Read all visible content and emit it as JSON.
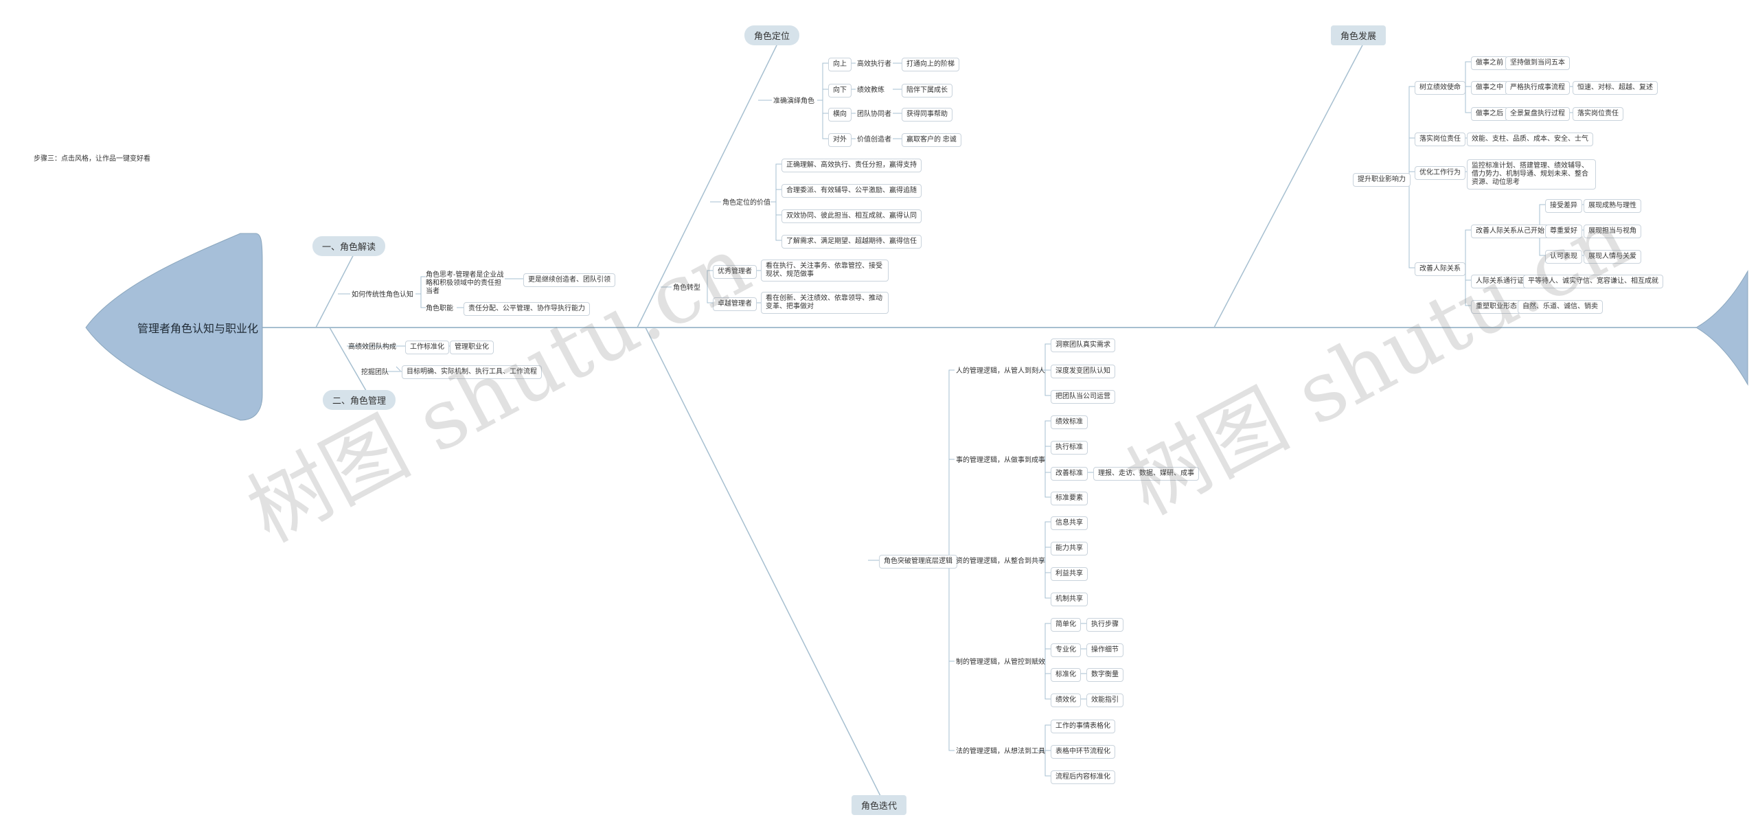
{
  "top_note": "步骤三：点击风格，让作品一键变好看",
  "root": "管理者角色认知与职业化",
  "watermark": "树图 shutu.cn",
  "sections": {
    "s1": "一、角色解读",
    "s2": "二、角色管理",
    "s3": "角色定位",
    "s4": "角色迭代",
    "s5": "角色发展"
  },
  "left": {
    "b1": "如何传统性角色认知",
    "b1a": "角色思考-管理者是企业战略和积极领域中的责任担当者",
    "b1a1": "更是继续创造者、团队引领",
    "b1b": "角色职能",
    "b1b1": "责任分配、公平管理、协作导执行能力",
    "b2": "高绩效团队构成",
    "b2a": "工作标准化",
    "b2a1": "管理职业化",
    "b3": "挖掘团队",
    "b3a": "目标明确、实际机制、执行工具、工作流程"
  },
  "pos": {
    "a": "准确演绎角色",
    "a1": "向上",
    "a1a": "高效执行者",
    "a1b": "打通向上的阶梯",
    "a2": "向下",
    "a2a": "绩效教练",
    "a2b": "陪伴下属成长",
    "a3": "横向",
    "a3a": "团队协同者",
    "a3b": "获得同事帮助",
    "a4": "对外",
    "a4a": "价值创造者",
    "a4b": "赢取客户的 忠诚",
    "b": "角色定位的价值",
    "b1": "正确理解、高效执行、责任分担，赢得支持",
    "b2": "合理委派、有效辅导、公平激励、赢得追随",
    "b3": "双效协同、彼此担当、相互成就、赢得认同",
    "b4": "了解需求、满足期望、超越期待、赢得信任",
    "c": "角色转型",
    "c1": "优秀管理者",
    "c1a": "看在执行、关注事务、依靠管控、接受现状、规范做事",
    "c2": "卓越管理者",
    "c2a": "看在创新、关注绩效、依靠领导、推动变革、把事做对"
  },
  "iter": {
    "main": "角色突破管理底层逻辑",
    "g1": "人的管理逻辑，从管人到刻人",
    "g1a": "洞察团队真实需求",
    "g1b": "深度发变团队认知",
    "g1c": "把团队当公司运营",
    "g2": "事的管理逻辑，从做事到成事",
    "g2a": "绩效标准",
    "g2b": "执行标准",
    "g2c": "改善标准",
    "g2c1": "理报、走访、数据、媒研、成事",
    "g2d": "标准要素",
    "g3": "资的管理逻辑，从整合到共享",
    "g3a": "信息共享",
    "g3b": "能力共享",
    "g3c": "利益共享",
    "g3d": "机制共享",
    "g4": "制的管理逻辑，从管控到赋效",
    "g4a": "简单化",
    "g4a1": "执行步骤",
    "g4b": "专业化",
    "g4b1": "操作细节",
    "g4c": "标准化",
    "g4c1": "数字衡量",
    "g4d": "绩效化",
    "g4d1": "效能指引",
    "g5": "法的管理逻辑，从想法到工具",
    "g5a": "工作的事情表格化",
    "g5b": "表格中环节流程化",
    "g5c": "流程后内容标准化"
  },
  "dev": {
    "a": "提升职业影响力",
    "a1": "树立绩效使命",
    "a1a": "做事之前",
    "a1a1": "坚持做到当问五本",
    "a1b": "做事之中",
    "a1b1": "严格执行成事流程",
    "a1b2": "恒速、对标、超越、复述",
    "a1c": "做事之后",
    "a1c1": "全景复盘执行过程",
    "a1c2": "落实岗位责任",
    "a2": "落实岗位责任",
    "a2a": "效能、支柱、品质、成本、安全、士气",
    "a3": "优化工作行为",
    "a3a": "监控标准计划、搭建管理、绩效辅导、借力势力、机制导通、规划未来、整合资源、动位思考",
    "a4": "改善人际关系",
    "a4a": "改善人际关系从己开始",
    "a4a1": "接受差异",
    "a4a1a": "展现成熟与理性",
    "a4a2": "尊重爱好",
    "a4a2a": "展现担当与视角",
    "a4a3": "认可表现",
    "a4a3a": "展现人情与关爱",
    "a4b": "人际关系通行证",
    "a4b1": "平等待人、诚实守信、宽容谦让、相互成就",
    "a4c": "重塑职业形态",
    "a4c1": "自然、乐道、诚信、销卖"
  }
}
